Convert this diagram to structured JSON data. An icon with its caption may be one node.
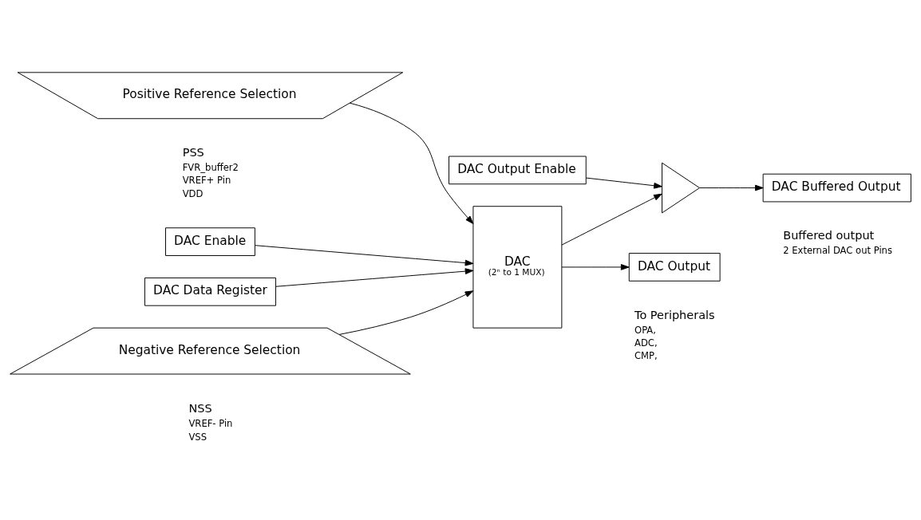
{
  "diagram": {
    "nodes": [
      {
        "text": [
          "Positive Reference Selection"
        ]
      },
      {
        "text": [
          "DAC Output Enable"
        ]
      },
      {
        "text": [
          "DAC Enable"
        ]
      },
      {
        "text": [
          "DAC",
          "(2ⁿ to 1 MUX)"
        ]
      },
      {
        "text": [],
        "shape": "triangle"
      },
      {
        "text": [
          "DAC Data Register"
        ]
      },
      {
        "text": [
          "DAC Buffered Output"
        ]
      },
      {
        "text": [
          "DAC Output"
        ]
      },
      {
        "text": [
          "Negative Reference Selection"
        ]
      }
    ],
    "edges": [
      {
        "from": 0,
        "to": 3,
        "arrow": "to"
      },
      {
        "from": 1,
        "to": 4,
        "arrow": "to"
      },
      {
        "from": 2,
        "to": 3,
        "arrow": "to"
      },
      {
        "from": 3,
        "to": 4,
        "arrow": "to"
      },
      {
        "from": 4,
        "to": 6,
        "arrow": "to"
      },
      {
        "from": 5,
        "to": 3,
        "arrow": "to"
      },
      {
        "from": 3,
        "to": 7,
        "arrow": "to"
      },
      {
        "from": 8,
        "to": 3,
        "arrow": "to"
      }
    ],
    "labels": [
      "PSS",
      "FVR_buffer2",
      "VREF+ Pin",
      "VDD",
      "Buffered output",
      "2 External DAC out Pins",
      "To Peripherals",
      "OPA,",
      "ADC,",
      "CMP,",
      "NSS",
      "VREF- Pin",
      "VSS"
    ]
  }
}
